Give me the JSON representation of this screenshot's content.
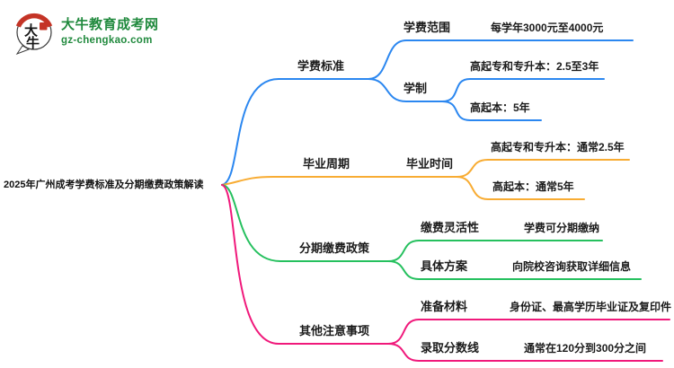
{
  "header": {
    "logo_char_top": "大",
    "logo_char_bottom": "牛",
    "logo_title": "大牛教育成考网",
    "logo_domain": "gz-chengkao.com",
    "brand_green": "#218a3e",
    "seal_red": "#c43426"
  },
  "mindmap": {
    "root": "2025年广州成考学费标准及分期缴费政策解读",
    "branches": [
      {
        "label": "学费标准",
        "color": "#2b87f0",
        "nodes": [
          {
            "label": "学费范围",
            "leaves": [
              "每学年3000元至4000元"
            ]
          },
          {
            "label": "学制",
            "leaves": [
              "高起专和专升本：2.5至3年",
              "高起本：5年"
            ]
          }
        ]
      },
      {
        "label": "毕业周期",
        "color": "#f8ac33",
        "nodes": [
          {
            "label": "毕业时间",
            "leaves": [
              "高起专和专升本：通常2.5年",
              "高起本：通常5年"
            ]
          }
        ]
      },
      {
        "label": "分期缴费政策",
        "color": "#25c05e",
        "nodes": [
          {
            "label": "缴费灵活性",
            "leaves": [
              "学费可分期缴纳"
            ]
          },
          {
            "label": "具体方案",
            "leaves": [
              "向院校咨询获取详细信息"
            ]
          }
        ]
      },
      {
        "label": "其他注意事项",
        "color": "#f0197b",
        "nodes": [
          {
            "label": "准备材料",
            "leaves": [
              "身份证、最高学历毕业证及复印件"
            ]
          },
          {
            "label": "录取分数线",
            "leaves": [
              "通常在120分到300分之间"
            ]
          }
        ]
      }
    ]
  }
}
